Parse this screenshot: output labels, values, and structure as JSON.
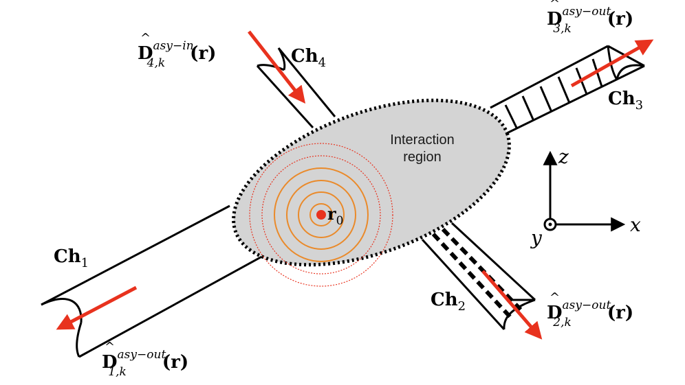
{
  "region_label_line1": "Interaction",
  "region_label_line2": "region",
  "colors": {
    "region_fill": "#d4d4d4",
    "arrow": "#e8321e",
    "orange_ring": "#ea8a2a",
    "red_ring": "#e8321e"
  },
  "origin": {
    "base": "r",
    "sub": "0"
  },
  "channels": [
    {
      "id": "ch1",
      "base": "Ch",
      "sub": "1",
      "field_base": "D",
      "field_sup": "asy−out",
      "field_sub": "1,k",
      "field_arg": "(r)"
    },
    {
      "id": "ch2",
      "base": "Ch",
      "sub": "2",
      "field_base": "D",
      "field_sup": "asy−out",
      "field_sub": "2,k",
      "field_arg": "(r)"
    },
    {
      "id": "ch3",
      "base": "Ch",
      "sub": "3",
      "field_base": "D",
      "field_sup": "asy−out",
      "field_sub": "3,k",
      "field_arg": "(r)"
    },
    {
      "id": "ch4",
      "base": "Ch",
      "sub": "4",
      "field_base": "D",
      "field_sup": "asy−in",
      "field_sub": "4,k",
      "field_arg": "(r)"
    }
  ],
  "axes": {
    "z": "z",
    "x": "x",
    "y": "y"
  }
}
